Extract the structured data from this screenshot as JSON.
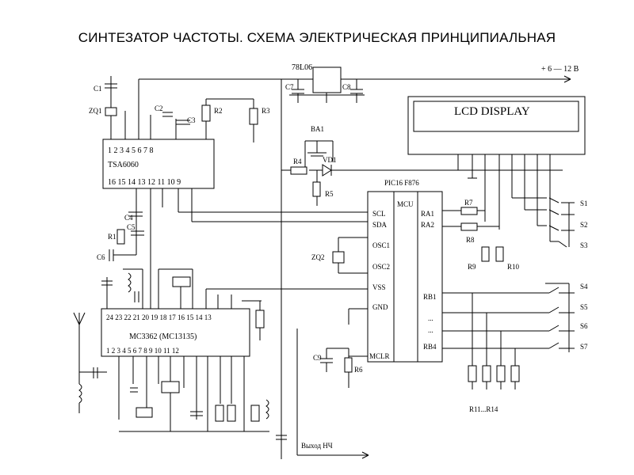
{
  "title": "СИНТЕЗАТОР ЧАСТОТЫ. СХЕМА ЭЛЕКТРИЧЕСКАЯ ПРИНЦИПИАЛЬНАЯ",
  "regulator": "78L06",
  "supply": "+ 6 — 12 В",
  "lcd": "LCD DISPLAY",
  "tsa": {
    "name": "TSA6060",
    "top_pins": "1  2  3  4  5  6  7  8",
    "bottom_pins": "16 15  14 13  12  11  10   9"
  },
  "mc": {
    "name": "MC3362 (MC13135)",
    "top_pins": "24  23  22  21  20  19  18  17  16  15  14  13",
    "bottom_pins": "1   2   3   4   5   6   7   8   9   10  11  12"
  },
  "mcu": {
    "name": "PIC16 F876",
    "label": "MCU",
    "left_pins": [
      "SCL",
      "SDA",
      "OSC1",
      "OSC2",
      "VSS",
      "GND",
      "MCLR"
    ],
    "right_pins": [
      "RA1",
      "RA2",
      "RB1",
      "...",
      "...",
      "RB4"
    ]
  },
  "switches": [
    "S1",
    "S2",
    "S3",
    "S4",
    "S5",
    "S6",
    "S7"
  ],
  "components": {
    "C1": "C1",
    "ZQ1": "ZQ1",
    "C2": "C2",
    "C3": "C3",
    "C4": "C4",
    "C5": "C5",
    "C6": "C6",
    "C7": "C7",
    "C8": "C8",
    "C9": "C9",
    "R1": "R1",
    "R2": "R2",
    "R3": "R3",
    "R4": "R4",
    "R5": "R5",
    "R6": "R6",
    "R7": "R7",
    "R8": "R8",
    "R9": "R9",
    "R10": "R10",
    "R11_14": "R11...R14",
    "BA1": "BA1",
    "VD1": "VD1",
    "ZQ2": "ZQ2"
  },
  "output": "Выход НЧ"
}
